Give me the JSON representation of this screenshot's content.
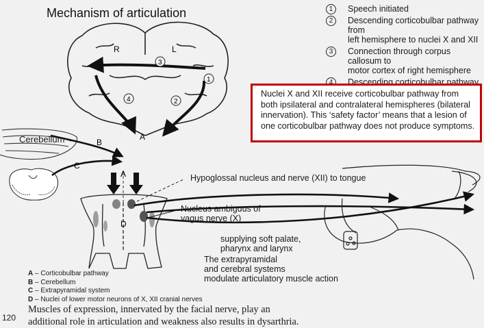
{
  "title": "Mechanism of articulation",
  "steps": [
    {
      "num": "1",
      "text": "Speech initiated"
    },
    {
      "num": "2",
      "text": "Descending corticobulbar pathway from\nleft hemisphere to nuclei X and XII"
    },
    {
      "num": "3",
      "text": "Connection through corpus callosum to\nmotor cortex of right hemisphere"
    },
    {
      "num": "4",
      "text": "Descending corticobulbar pathway from\nright hemisphere to nuclei X and XII"
    }
  ],
  "note": "Nuclei X and XII receive corticobulbar pathway from both ipsilateral and contralateral hemispheres (bilateral innervation). This ‘safety factor’ means that a lesion of one corticobulbar pathway does not produce symptoms.",
  "brain": {
    "right_label": "R",
    "left_label": "L",
    "marker1": "1",
    "marker2": "2",
    "marker3": "3",
    "marker4": "4",
    "point_a": "A"
  },
  "labels": {
    "cerebellum": "Cerebellum",
    "b": "B",
    "c": "C",
    "a": "A",
    "d": "D",
    "hypoglossal": "Hypoglossal nucleus and nerve (XII) to tongue",
    "ambiguus": "Nucleus ambiguus of\nvagus nerve (X)",
    "soft_palate": "supplying soft palate,\npharynx and larynx",
    "extrapyramidal": "The extrapyramidal\nand cerebral systems\nmodulate articulatory muscle action"
  },
  "legend": [
    {
      "key": "A",
      "text": "Corticobulbar pathway"
    },
    {
      "key": "B",
      "text": "Cerebellum"
    },
    {
      "key": "C",
      "text": "Extrapyramidal system"
    },
    {
      "key": "D",
      "text": "Nuclei of lower motor neurons of X, XII cranial nerves"
    }
  ],
  "bottom_text": "Muscles of expression, innervated by the facial nerve, play an\nadditional role in articulation and weakness also results in dysarthria.",
  "page_number": "120",
  "colors": {
    "background": "#f1f1f1",
    "note_border": "#c00000",
    "ink": "#1a1a1a"
  }
}
